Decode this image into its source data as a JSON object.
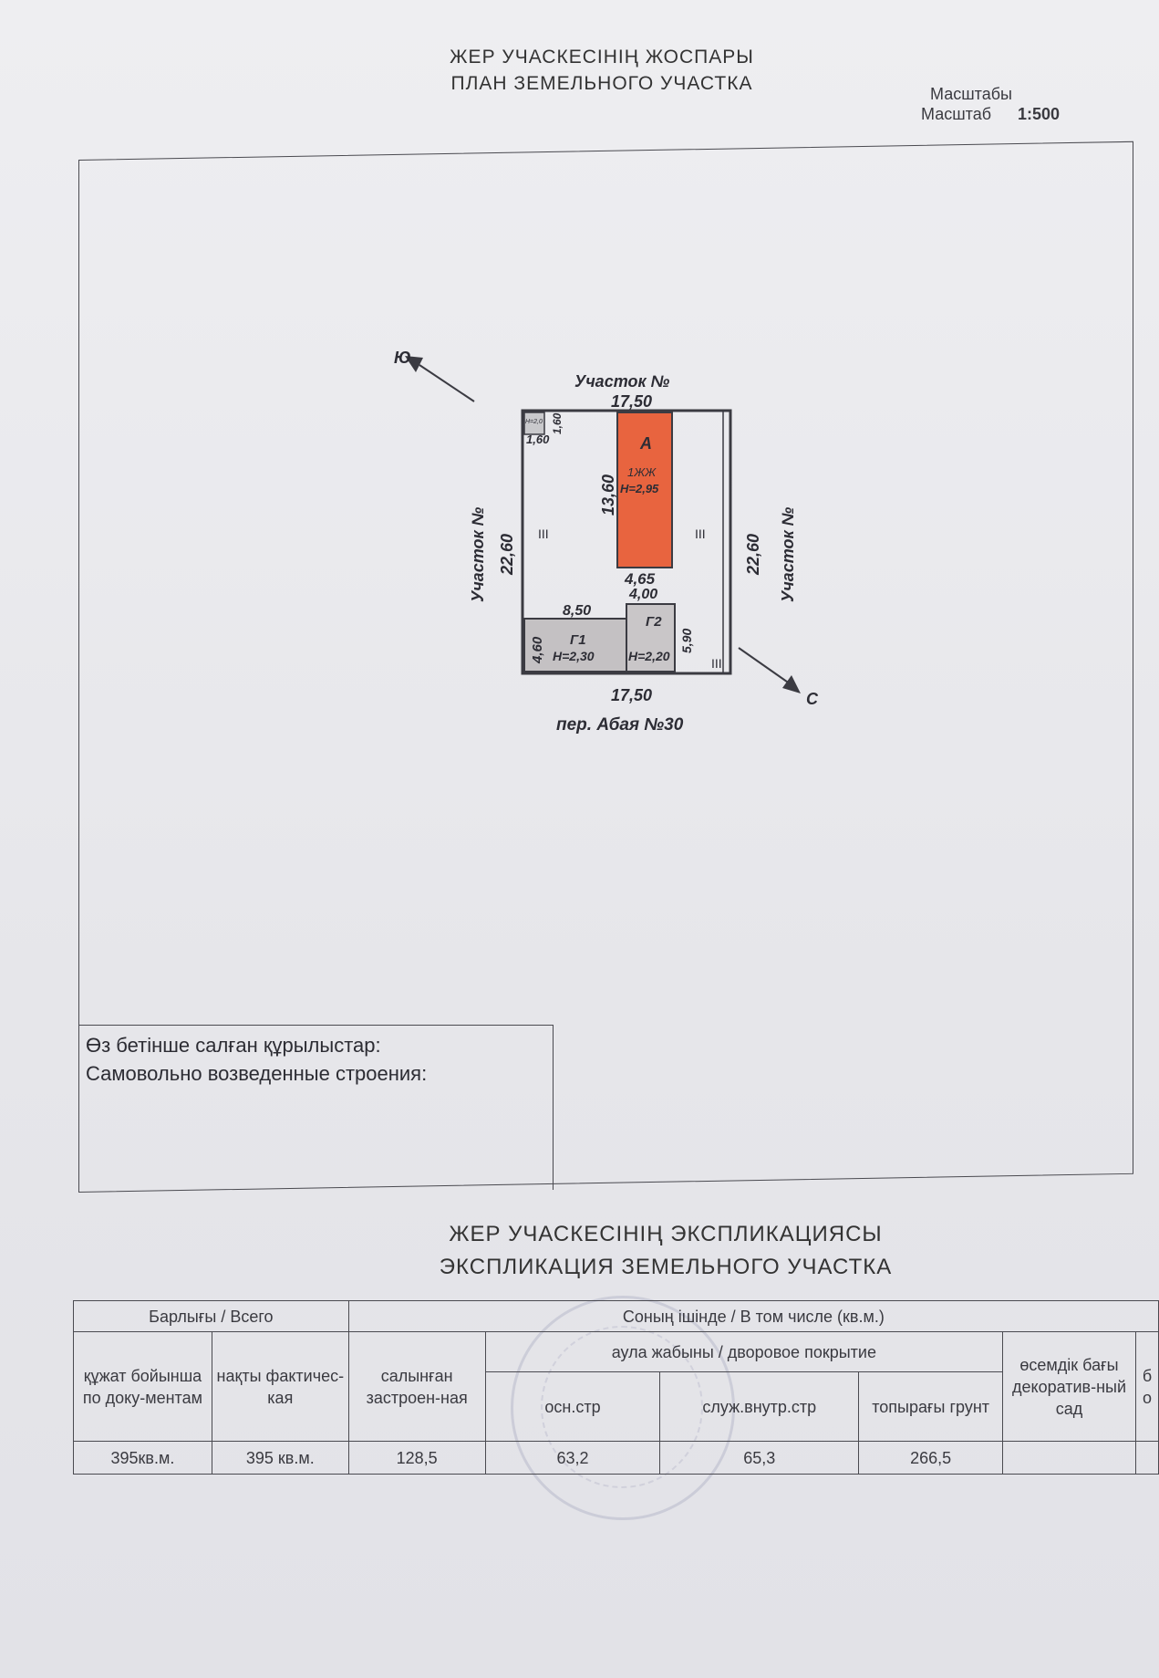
{
  "header": {
    "title_kz": "ЖЕР УЧАСКЕСІНІҢ ЖОСПАРЫ",
    "title_ru": "ПЛАН ЗЕМЕЛЬНОГО УЧАСТКА",
    "scale_label_kz": "Масштабы",
    "scale_label_ru": "Масштаб",
    "scale_value": "1:500"
  },
  "plan": {
    "north_label": "Участок №",
    "west_label": "Участок №",
    "east_label": "Участок №",
    "street": "пер. Абая №30",
    "dir_south": "Ю",
    "dir_north": "С",
    "top_len": "17,50",
    "bottom_len": "17,50",
    "left_len": "22,60",
    "right_len": "22,60",
    "house_letter": "А",
    "house_type": "1ЖЖ",
    "house_height": "Н=2,95",
    "house_len": "13,60",
    "house_width": "4,65",
    "small_h": "Н=2,0",
    "small_w": "1,60",
    "small_d": "1,60",
    "g1_label": "Г1",
    "g1_height": "Н=2,30",
    "g1_len": "8,50",
    "g1_depth": "4,60",
    "g2_label": "Г2",
    "g2_height": "Н=2,20",
    "g2_len": "4,00",
    "g2_depth": "5,90",
    "hatch": "III"
  },
  "self_built": {
    "kz": "Өз бетінше салған құрылыстар:",
    "ru": "Самовольно возведенные строения:"
  },
  "explication": {
    "title_kz": "ЖЕР УЧАСКЕСІНІҢ ЭКСПЛИКАЦИЯСЫ",
    "title_ru": "ЭКСПЛИКАЦИЯ ЗЕМЕЛЬНОГО УЧАСТКА",
    "total_header": "Барлығы / Всего",
    "incl_header": "Соның ішінде / В том числе (кв.м.)",
    "yard_header": "аула жабыны / дворовое покрытие",
    "col_doc": "құжат бойынша по доку-ментам",
    "col_fact": "нақты фактичес-кая",
    "col_built": "салынған застроен-ная",
    "col_main": "осн.стр",
    "col_service": "служ.внутр.стр",
    "col_soil": "топырағы грунт",
    "col_garden": "өсемдік бағы декоратив-ный сад",
    "col_cut": "б о",
    "val_doc": "395кв.м.",
    "val_fact": "395 кв.м.",
    "val_built": "128,5",
    "val_main": "63,2",
    "val_service": "65,3",
    "val_soil": "266,5",
    "val_garden": ""
  }
}
